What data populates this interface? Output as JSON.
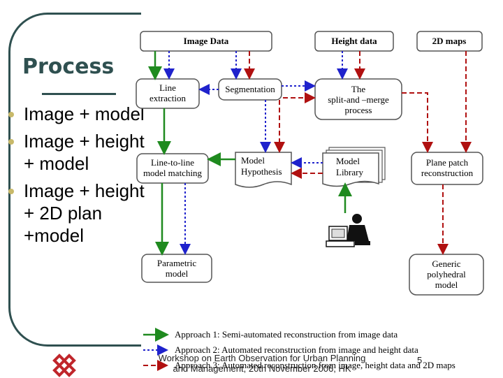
{
  "slide": {
    "title": "Process",
    "bullets": [
      {
        "lines": [
          "Image + model"
        ]
      },
      {
        "lines": [
          "Image + height",
          "+ model"
        ]
      },
      {
        "lines": [
          "Image +  height",
          "+ 2D plan",
          "+model"
        ]
      }
    ],
    "footer_line1": "Workshop on Earth Observation for Urban Planning",
    "footer_line2": "and Management, 20th November 2006, HK",
    "page_number": "5"
  },
  "diagram": {
    "colors": {
      "approach1": "#1f8a1f",
      "approach2": "#1f22cc",
      "approach3": "#b01010",
      "box_border": "#555555"
    },
    "nodes": {
      "image_data": "Image Data",
      "height_data": "Height data",
      "maps_2d": "2D maps",
      "line_extraction": [
        "Line",
        "extraction"
      ],
      "segmentation": "Segmentation",
      "split_merge": [
        "The",
        "split-and –merge",
        "process"
      ],
      "line_matching": [
        "Line-to-line",
        "model matching"
      ],
      "model_hypothesis": [
        "Model",
        "Hypothesis"
      ],
      "model_library": [
        "Model",
        "Library"
      ],
      "plane_patch": [
        "Plane patch",
        "reconstruction"
      ],
      "parametric": [
        "Parametric",
        "model"
      ],
      "generic": [
        "Generic",
        "polyhedral",
        "model"
      ]
    },
    "legend": [
      "Approach 1: Semi-automated reconstruction from image data",
      "Approach 2: Automated reconstruction from image and height data",
      "Approach 3: Automated reconstruction from image, height data and 2D maps"
    ]
  }
}
